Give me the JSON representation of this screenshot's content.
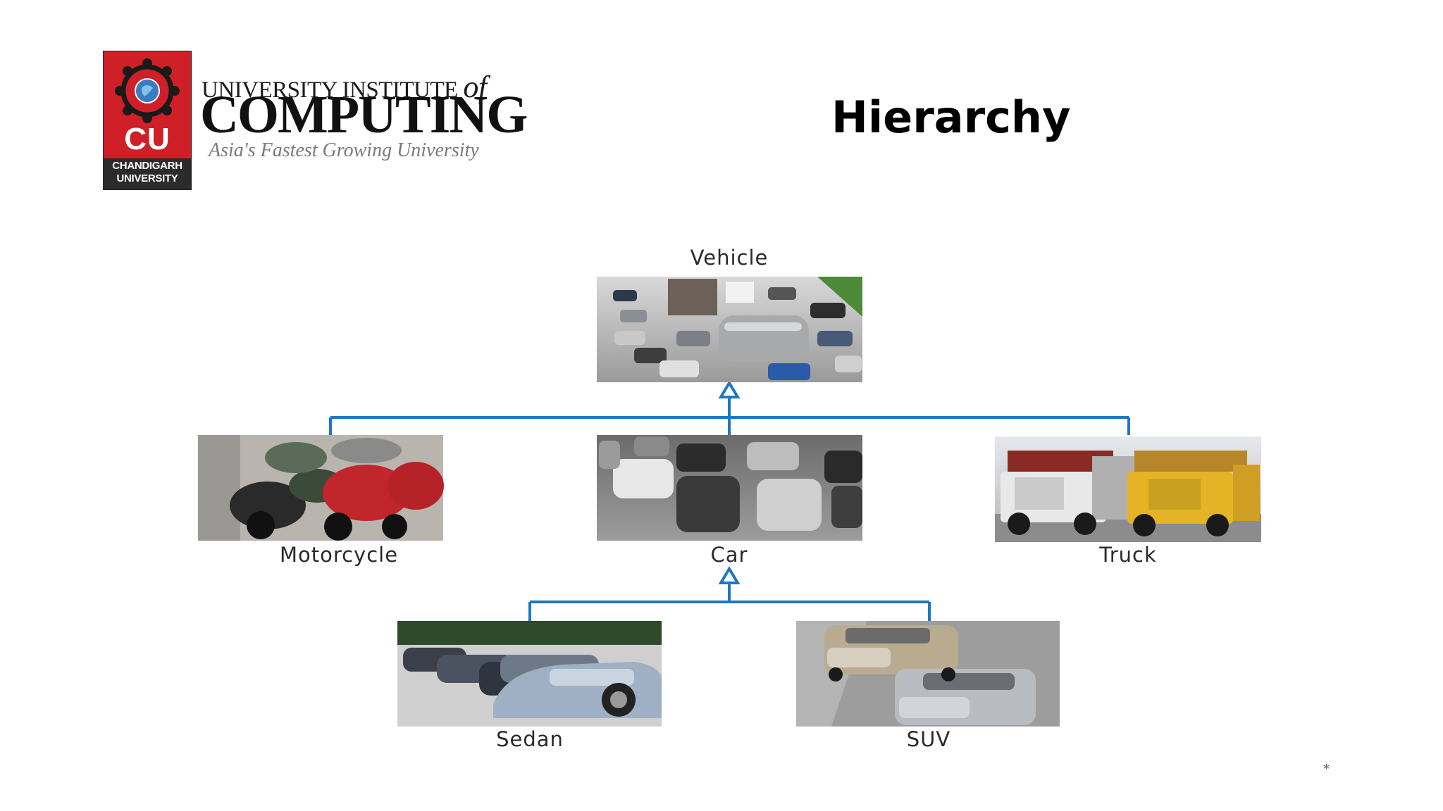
{
  "logo": {
    "badge_letters": "CU",
    "badge_name_line1": "CHANDIGARH",
    "badge_name_line2": "UNIVERSITY",
    "institute_line1": "UNIVERSITY INSTITUTE",
    "institute_of": "of",
    "institute_line2": "COMPUTING",
    "tagline": "Asia's Fastest Growing University",
    "brand_color": "#cf2027"
  },
  "slide": {
    "title": "Hierarchy",
    "footer_mark": "*"
  },
  "diagram": {
    "connector_color": "#1f77c0",
    "nodes": {
      "vehicle": "Vehicle",
      "motorcycle": "Motorcycle",
      "car": "Car",
      "truck": "Truck",
      "sedan": "Sedan",
      "suv": "SUV"
    }
  }
}
